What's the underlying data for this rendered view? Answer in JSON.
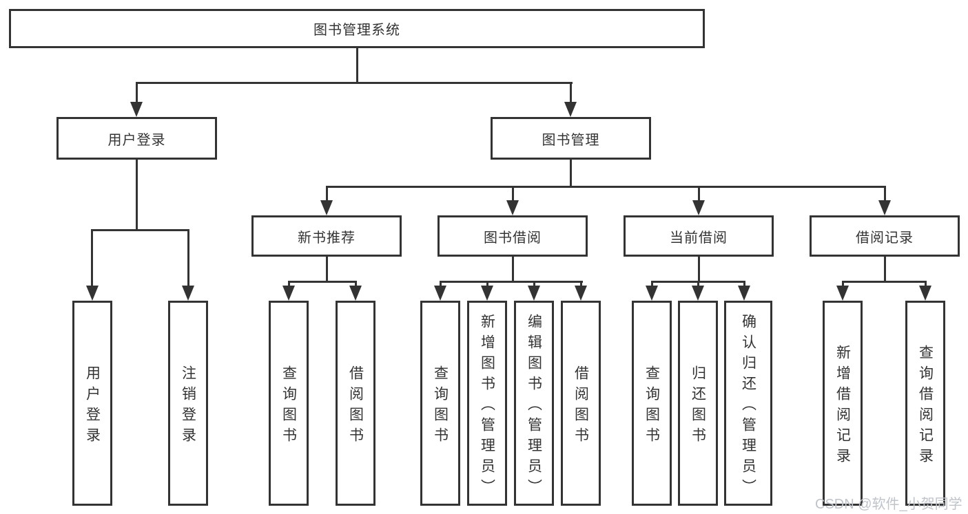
{
  "diagram": {
    "title": "图书管理系统",
    "root": {
      "label": "图书管理系统"
    },
    "branches": [
      {
        "label": "用户登录",
        "children": [
          {
            "label": "用户登录"
          },
          {
            "label": "注销登录"
          }
        ]
      },
      {
        "label": "图书管理",
        "children": [
          {
            "label": "新书推荐",
            "children": [
              {
                "label": "查询图书"
              },
              {
                "label": "借阅图书"
              }
            ]
          },
          {
            "label": "图书借阅",
            "children": [
              {
                "label": "查询图书"
              },
              {
                "label": "新增图书（管理员）"
              },
              {
                "label": "编辑图书（管理员）"
              },
              {
                "label": "借阅图书"
              }
            ]
          },
          {
            "label": "当前借阅",
            "children": [
              {
                "label": "查询图书"
              },
              {
                "label": "归还图书"
              },
              {
                "label": "确认归还（管理员）"
              }
            ]
          },
          {
            "label": "借阅记录",
            "children": [
              {
                "label": "新增借阅记录"
              },
              {
                "label": "查询借阅记录"
              }
            ]
          }
        ]
      }
    ]
  },
  "watermark": {
    "text": "CSDN @软件_小贺同学"
  },
  "colors": {
    "line": "#333333",
    "text": "#333333",
    "watermark": "#bfc3ca",
    "background": "#ffffff"
  }
}
